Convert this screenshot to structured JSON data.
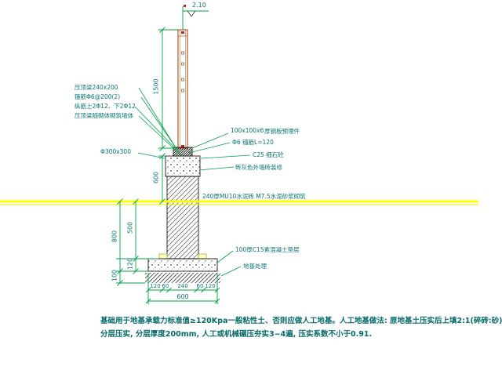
{
  "elevation": "2.10",
  "dims": {
    "post_height": "1500",
    "above_ground": "600",
    "cap_size": "Φ300x300",
    "below_total": "800",
    "below_wall": "500",
    "footing_h": "120",
    "treatment_h": "100",
    "bottom_chain": [
      "120",
      "60",
      "240",
      "60",
      "120"
    ],
    "bottom_total": "600"
  },
  "left_notes": {
    "l1": "压顶梁240x200",
    "l2": "箍筋Φ6@200(2)",
    "l3": "纵筋上2Φ12、下2Φ12",
    "l4": "压顶梁随砌体砌筑墙体"
  },
  "right_notes": {
    "plate_size": "100x100x6",
    "plate_desc": "厚钢板预埋件",
    "anchor": "Φ6 锚筋L=120",
    "concrete": "C25 细石砼",
    "finish": "砖灰色外墙砖装修",
    "wall_spec": "240厚MU10水泥砖 M7.5水泥砂浆砌筑",
    "cushion": "100厚C15素混凝土垫层",
    "ground": "地基处理"
  },
  "footnotes": {
    "line1": "基础用于地基承载力标准值≥120Kpa一般粘性土、否则应做人工地基。人工地基做法: 原地基土压实后上填2:1(碎砖:砂)",
    "line2": "分层压实, 分层厚度200mm, 人工或机械碾压夯实3~4遍, 压实系数不小于0.91."
  }
}
